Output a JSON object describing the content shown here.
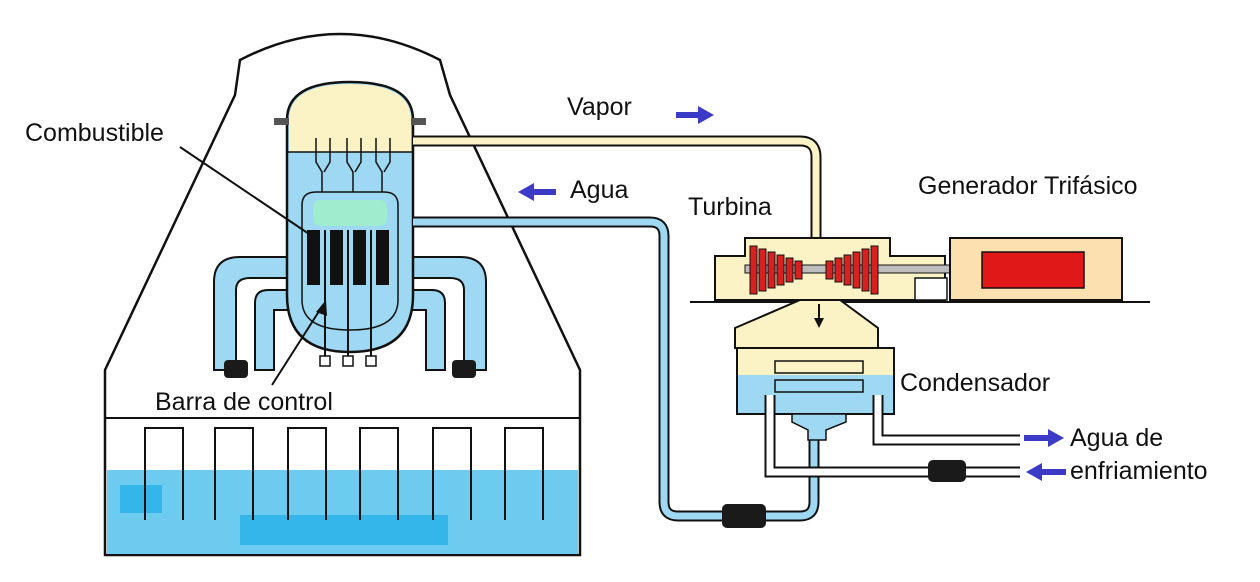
{
  "labels": {
    "combustible": "Combustible",
    "barra_control": "Barra de control",
    "vapor": "Vapor",
    "agua": "Agua",
    "turbina": "Turbina",
    "generador": "Generador Trifásico",
    "condensador": "Condensador",
    "agua_de": "Agua de",
    "enfriamiento": "enfriamiento"
  },
  "colors": {
    "water": "#9ed8f2",
    "pool": "#6ecbf0",
    "dome": "#fbf2c6",
    "core_glow": "#9feccf",
    "turbine_blade": "#d92020",
    "generator_body": "#fce0b0",
    "generator_rotor": "#e01818",
    "arrow": "#3b3bc8",
    "outline": "#111111"
  }
}
